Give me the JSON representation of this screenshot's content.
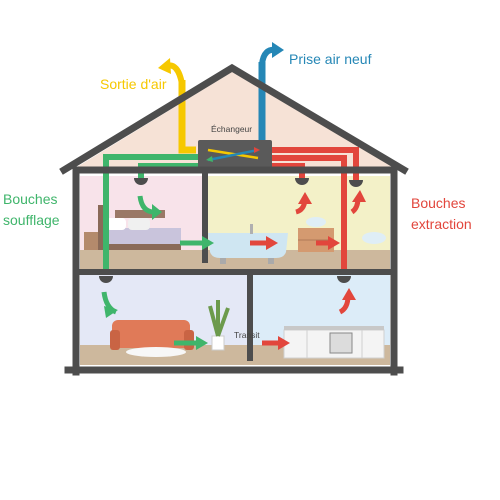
{
  "labels": {
    "sortie_air": "Sortie d'air",
    "prise_air_neuf": "Prise air neuf",
    "bouches_soufflage": [
      "Bouches",
      "soufflage"
    ],
    "bouches_extraction": [
      "Bouches",
      "extraction"
    ],
    "echangeur": "Échangeur",
    "transit": "Transit"
  },
  "colors": {
    "exhaust_out": "#f6c800",
    "fresh_in": "#2587b6",
    "supply": "#3fb56b",
    "extract": "#e2463c",
    "wall": "#4d4d4d",
    "roof_fill": "#f6e2d6",
    "bedroom": "#f8e3ea",
    "bathroom_kitchen": "#f3f1c8",
    "living": "#e4e8f6",
    "kitchen_lower": "#dcecf8",
    "floor": "#cdb89d"
  },
  "rooms": [
    "bedroom",
    "bathroom",
    "living-room",
    "kitchen"
  ]
}
